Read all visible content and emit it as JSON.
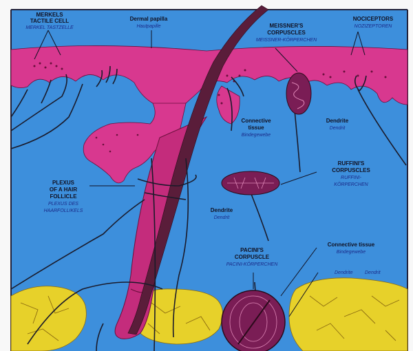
{
  "labels": {
    "merkels": {
      "title": [
        "MERKELS",
        "TACTILE CELL"
      ],
      "subtitle": "MERKEL TASTZELLE"
    },
    "dermal_papilla": {
      "title": "Dermal papilla",
      "subtitle": "Hautpapille"
    },
    "meissners": {
      "title": [
        "MEISSNER'S",
        "CORPUSCLES"
      ],
      "subtitle": "MEISSNER-KÖRPERCHEN"
    },
    "nociceptors": {
      "title": "NOCICEPTORS",
      "subtitle": "NOZIZEPTOREN"
    },
    "connective_tissue_top": {
      "title": [
        "Connective",
        "tissue"
      ],
      "subtitle": "Bindegewebe"
    },
    "dendrite_top": {
      "title": "Dendrite",
      "subtitle": "Dendrit"
    },
    "ruffinis": {
      "title": [
        "RUFFINI'S",
        "CORPUSCLES"
      ],
      "subtitle": [
        "RUFFINI-",
        "KÖRPERCHEN"
      ]
    },
    "plexus": {
      "title": [
        "PLEXUS",
        "OF A HAIR",
        "FOLLICLE"
      ],
      "subtitle": [
        "PLEXUS DES",
        "HAARFOLLIKELS"
      ]
    },
    "dendrite_mid": {
      "title": "Dendrite",
      "subtitle": "Dendrit"
    },
    "pacinis": {
      "title": [
        "PACINI'S",
        "CORPUSCLE"
      ],
      "subtitle": "PACINI-KÖRPERCHEN"
    },
    "connective_tissue_bottom": {
      "title": "Connective tissue",
      "subtitle": "Bindegewebe"
    },
    "dendrite_bottom": {
      "title": "Dendrite",
      "subtitle": "Dendrit"
    }
  },
  "colors": {
    "background": "#f8f8f8",
    "frame": "#22223a",
    "dermis": "#3d8fdc",
    "epidermis": "#d8388f",
    "epidermis_dots": "#6a0f3c",
    "hair": "#5a1d3a",
    "follicle": "#c42c7c",
    "corpuscle": "#7a1d55",
    "fat": "#e7d12a",
    "fat_lines": "#8a6a10",
    "nerve": "#1a1a2a",
    "text": "#111122",
    "subtext": "#1a2a88"
  }
}
